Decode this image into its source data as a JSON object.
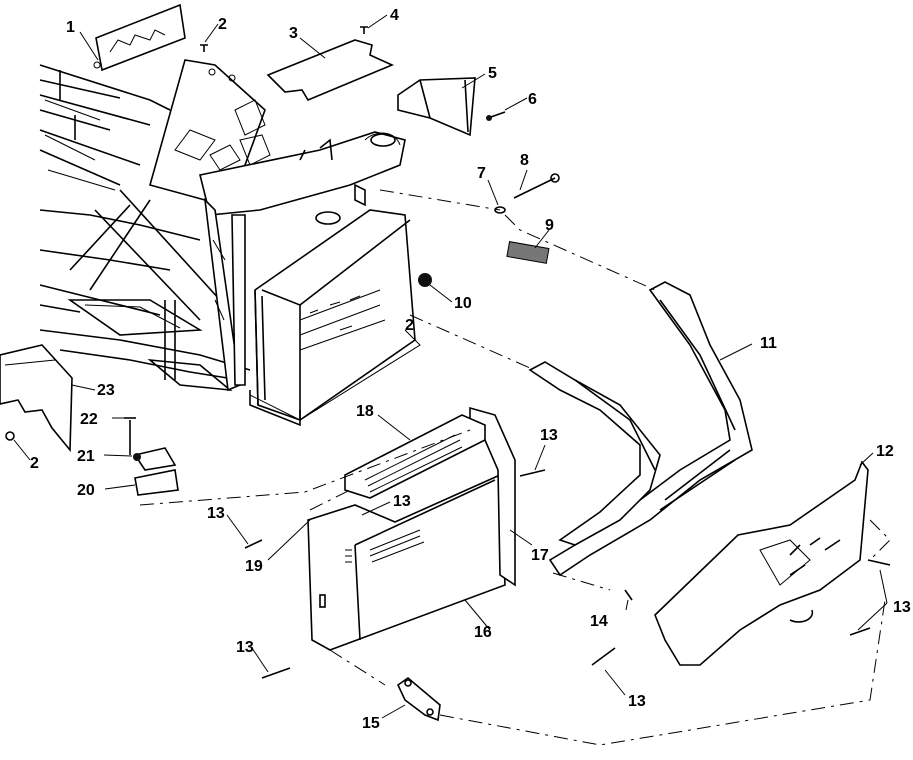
{
  "diagram": {
    "callouts": [
      {
        "id": "c1",
        "label": "1"
      },
      {
        "id": "c2a",
        "label": "2"
      },
      {
        "id": "c3",
        "label": "3"
      },
      {
        "id": "c4",
        "label": "4"
      },
      {
        "id": "c5",
        "label": "5"
      },
      {
        "id": "c6",
        "label": "6"
      },
      {
        "id": "c7",
        "label": "7"
      },
      {
        "id": "c8",
        "label": "8"
      },
      {
        "id": "c9",
        "label": "9"
      },
      {
        "id": "c10",
        "label": "10"
      },
      {
        "id": "c2b",
        "label": "2"
      },
      {
        "id": "c11",
        "label": "11"
      },
      {
        "id": "c12",
        "label": "12"
      },
      {
        "id": "c23",
        "label": "23"
      },
      {
        "id": "c22",
        "label": "22"
      },
      {
        "id": "c21",
        "label": "21"
      },
      {
        "id": "c20",
        "label": "20"
      },
      {
        "id": "c2c",
        "label": "2"
      },
      {
        "id": "c18",
        "label": "18"
      },
      {
        "id": "c13a",
        "label": "13"
      },
      {
        "id": "c13b",
        "label": "13"
      },
      {
        "id": "c13c",
        "label": "13"
      },
      {
        "id": "c19",
        "label": "19"
      },
      {
        "id": "c17",
        "label": "17"
      },
      {
        "id": "c16",
        "label": "16"
      },
      {
        "id": "c13d",
        "label": "13"
      },
      {
        "id": "c15",
        "label": "15"
      },
      {
        "id": "c14",
        "label": "14"
      },
      {
        "id": "c13e",
        "label": "13"
      },
      {
        "id": "c13f",
        "label": "13"
      }
    ]
  }
}
